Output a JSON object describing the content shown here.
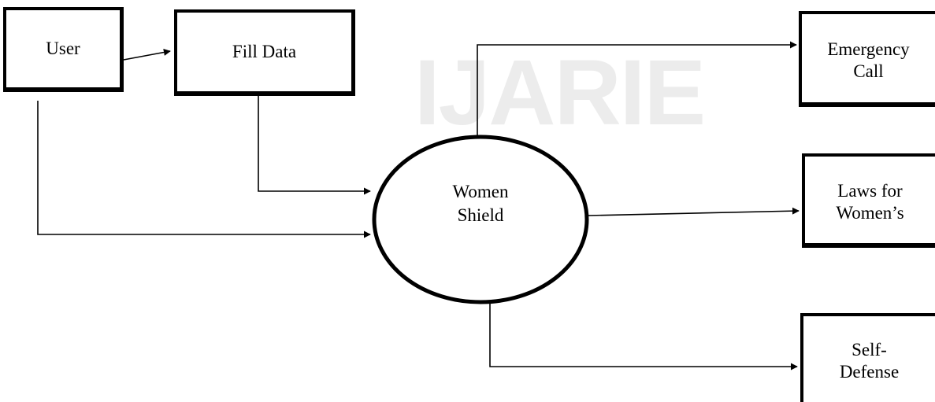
{
  "diagram": {
    "watermark": "IJARIE",
    "nodes": {
      "user": "User",
      "fill_data": "Fill Data",
      "women_shield": "Women\nShield",
      "emergency_call": "Emergency\nCall",
      "laws": "Laws for\nWomen’s",
      "self_defense": "Self-\nDefense"
    },
    "edges": [
      {
        "from": "User",
        "to": "Fill Data"
      },
      {
        "from": "User",
        "to": "Women Shield"
      },
      {
        "from": "Fill Data",
        "to": "Women Shield"
      },
      {
        "from": "Women Shield",
        "to": "Emergency Call"
      },
      {
        "from": "Women Shield",
        "to": "Laws for Women’s"
      },
      {
        "from": "Women Shield",
        "to": "Self-Defense"
      }
    ],
    "colors": {
      "stroke": "#000000",
      "background": "#ffffff",
      "watermark": "#ececec"
    }
  }
}
